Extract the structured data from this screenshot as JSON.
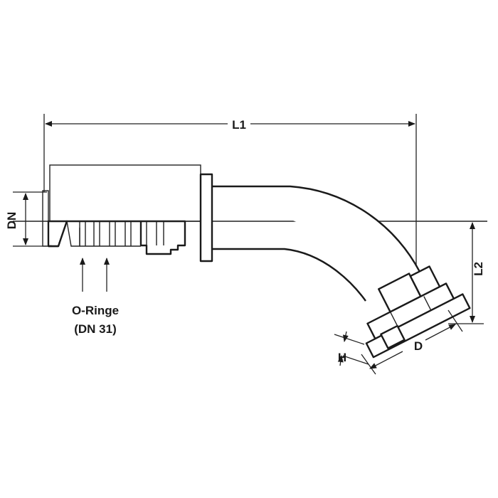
{
  "labels": {
    "l1": "L1",
    "l2": "L2",
    "dn": "DN",
    "d": "D",
    "h": "H",
    "oring_title": "O-Ringe",
    "oring_sub": "(DN 31)"
  },
  "colors": {
    "line": "#1a1a1a",
    "background": "#ffffff"
  }
}
